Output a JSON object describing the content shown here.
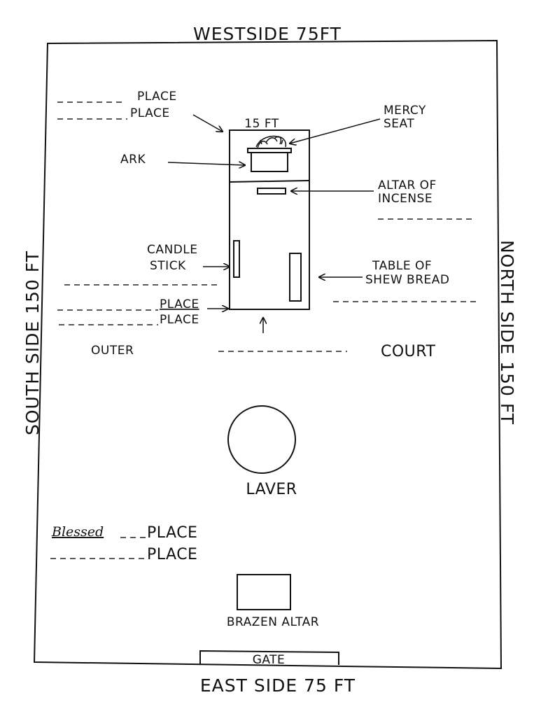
{
  "diagram": {
    "sides": {
      "west": "WESTSIDE 75FT",
      "east": "EAST SIDE 75 FT",
      "south": "SOUTH SIDE 150 FT",
      "north": "NORTH SIDE 150 FT"
    },
    "labels": {
      "place_top_1": "PLACE",
      "place_top_2": "PLACE",
      "holiest_width": "15 FT",
      "mercy_seat_1": "MERCY",
      "mercy_seat_2": "SEAT",
      "ark": "ARK",
      "altar_incense_1": "ALTAR OF",
      "altar_incense_2": "INCENSE",
      "candle_1": "CANDLE",
      "candle_2": "STICK",
      "table_1": "TABLE OF",
      "table_2": "SHEW BREAD",
      "place_mid_1": "PLACE",
      "place_mid_2": "PLACE",
      "outer": "OUTER",
      "court": "COURT",
      "laver": "LAVER",
      "blessed": "Blessed",
      "place_bottom_1": "PLACE",
      "place_bottom_2": "PLACE",
      "brazen_altar": "BRAZEN ALTAR",
      "gate": "GATE"
    }
  }
}
